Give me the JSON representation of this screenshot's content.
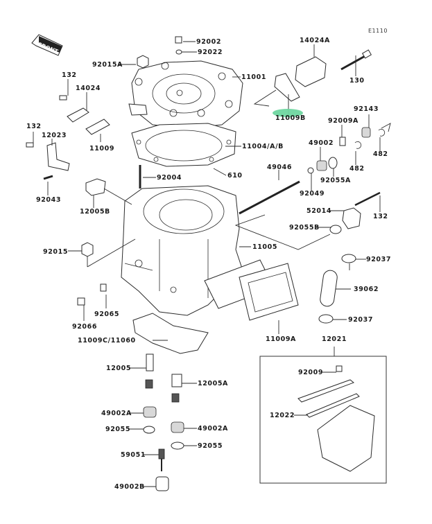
{
  "diagram": {
    "title": "Cylinder Head / Cylinder",
    "code": "E1110",
    "front_label": "FRONT",
    "highlight_color": "#6fd6a0",
    "highlighted_part": "11009B",
    "labels": [
      {
        "id": "92002",
        "text": "92002"
      },
      {
        "id": "92022",
        "text": "92022"
      },
      {
        "id": "92015A",
        "text": "92015A"
      },
      {
        "id": "11001",
        "text": "11001"
      },
      {
        "id": "14024A",
        "text": "14024A"
      },
      {
        "id": "130",
        "text": "130"
      },
      {
        "id": "11009B",
        "text": "11009B"
      },
      {
        "id": "132a",
        "text": "132"
      },
      {
        "id": "14024",
        "text": "14024"
      },
      {
        "id": "132b",
        "text": "132"
      },
      {
        "id": "12023",
        "text": "12023"
      },
      {
        "id": "11009",
        "text": "11009"
      },
      {
        "id": "92143",
        "text": "92143"
      },
      {
        "id": "92009A",
        "text": "92009A"
      },
      {
        "id": "482a",
        "text": "482"
      },
      {
        "id": "482b",
        "text": "482"
      },
      {
        "id": "11004AB",
        "text": "11004/A/B"
      },
      {
        "id": "49002",
        "text": "49002"
      },
      {
        "id": "610",
        "text": "610"
      },
      {
        "id": "49046",
        "text": "49046"
      },
      {
        "id": "92055A",
        "text": "92055A"
      },
      {
        "id": "92049",
        "text": "92049"
      },
      {
        "id": "92004",
        "text": "92004"
      },
      {
        "id": "92043",
        "text": "92043"
      },
      {
        "id": "12005B",
        "text": "12005B"
      },
      {
        "id": "52014",
        "text": "52014"
      },
      {
        "id": "132c",
        "text": "132"
      },
      {
        "id": "92055B",
        "text": "92055B"
      },
      {
        "id": "92015",
        "text": "92015"
      },
      {
        "id": "11005",
        "text": "11005"
      },
      {
        "id": "92037a",
        "text": "92037"
      },
      {
        "id": "39062",
        "text": "39062"
      },
      {
        "id": "92065",
        "text": "92065"
      },
      {
        "id": "92066",
        "text": "92066"
      },
      {
        "id": "92037b",
        "text": "92037"
      },
      {
        "id": "11009A",
        "text": "11009A"
      },
      {
        "id": "11009C11060",
        "text": "11009C/11060"
      },
      {
        "id": "12021",
        "text": "12021"
      },
      {
        "id": "12005",
        "text": "12005"
      },
      {
        "id": "12005A",
        "text": "12005A"
      },
      {
        "id": "92009",
        "text": "92009"
      },
      {
        "id": "49002Aa",
        "text": "49002A"
      },
      {
        "id": "12022",
        "text": "12022"
      },
      {
        "id": "92055a",
        "text": "92055"
      },
      {
        "id": "49002Ab",
        "text": "49002A"
      },
      {
        "id": "92055b",
        "text": "92055"
      },
      {
        "id": "59051",
        "text": "59051"
      },
      {
        "id": "49002B",
        "text": "49002B"
      }
    ]
  }
}
